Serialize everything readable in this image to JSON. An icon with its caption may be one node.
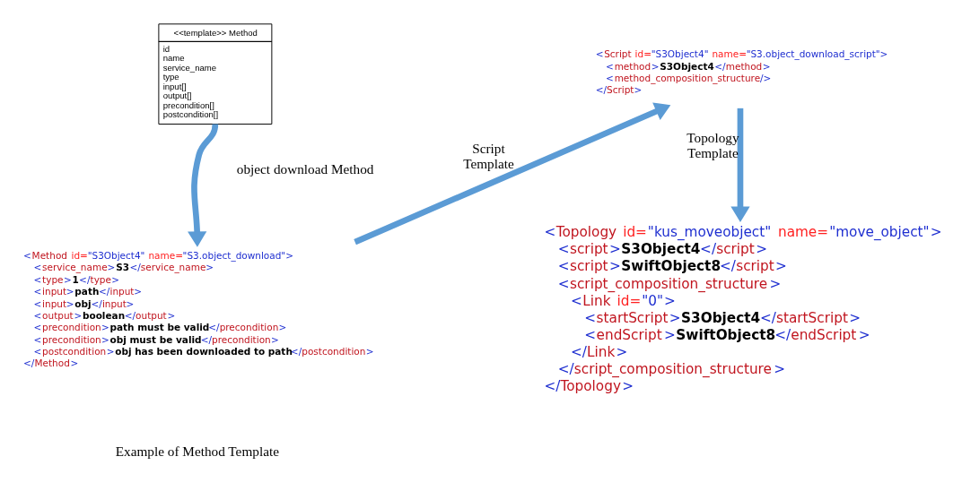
{
  "diagram": {
    "nodes": [
      {
        "text": [
          "<<template>> Method",
          "id",
          "name",
          "service_name",
          "type",
          "input[]",
          "output[]",
          "precondition[]",
          "postcondition[]"
        ]
      },
      {
        "text": [
          "<Method id=\"S3Object4\" name=\"S3.object_download\">",
          "<service_name>S3</service_name>",
          "<type>1</type>",
          "<input>path</input>",
          "<input>obj</input>",
          "<output>boolean</output>",
          "<precondition>path must be valid</precondition>",
          "<precondition>obj must be valid</precondition>",
          "<postcondition>obj has been downloaded to path</postcondition>",
          "</Method>"
        ]
      },
      {
        "text": [
          "<Script id=\"S3Object4\" name=\"S3.object_download_script\">",
          "<method>S3Object4</method>",
          "<method_composition_structure/>",
          "</Script>"
        ]
      },
      {
        "text": [
          "<Topology id=\"kus_moveobject\" name=\"move_object\">",
          "<script>S3Object4</script>",
          "<script>SwiftObject8</script>",
          "<script_composition_structure>",
          "<Link id=\"0\">",
          "<startScript>S3Object4</startScript>",
          "<endScript>SwiftObject8</endScript>",
          "</Link>",
          "</script_composition_structure>",
          "</Topology>"
        ]
      }
    ],
    "edges": [
      {
        "from": 0,
        "to": 1,
        "arrow": "to"
      },
      {
        "from": 1,
        "to": 2,
        "arrow": "to",
        "label": "Script Template"
      },
      {
        "from": 2,
        "to": 3,
        "arrow": "to",
        "label": "Topology Template"
      }
    ],
    "labels": [
      "object download Method",
      "Example of Method Template"
    ]
  }
}
